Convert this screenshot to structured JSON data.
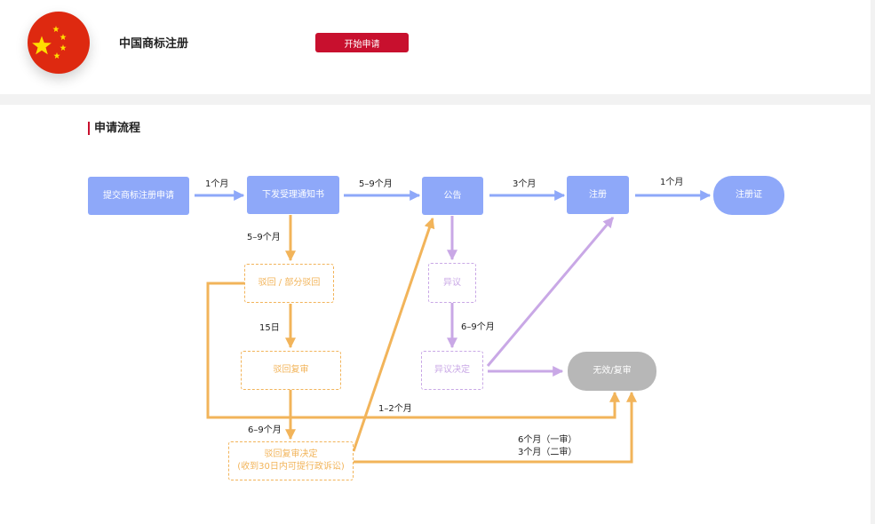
{
  "header": {
    "title": "中国商标注册",
    "start_button": "开始申请"
  },
  "flow": {
    "section_title": "申请流程",
    "nodes": {
      "submit": "提交商标注册申请",
      "notice": "下发受理通知书",
      "publish": "公告",
      "register": "注册",
      "certificate": "注册证",
      "reject": "驳回 / 部分驳回",
      "review": "驳回复审",
      "review_decision_line1": "驳回复审决定",
      "review_decision_line2": "(收到30日内可提行政诉讼)",
      "objection": "异议",
      "objection_decision": "异议决定",
      "invalid": "无效/复审"
    },
    "edge_labels": {
      "submit_to_notice": "1个月",
      "notice_to_publish": "5–9个月",
      "publish_to_register": "3个月",
      "register_to_certificate": "1个月",
      "notice_to_reject": "5–9个月",
      "reject_to_review": "15日",
      "review_to_decision": "6–9个月",
      "decision_to_publish": "1–2个月",
      "objection_to_decision": "6–9个月",
      "decision_to_invalid_line1": "6个月（一审）",
      "decision_to_invalid_line2": "3个月（二审）"
    },
    "colors": {
      "main": "#8ea8f9",
      "reject_path": "#f2b45a",
      "objection_path": "#c9a8e6",
      "invalid": "#b7b7b7",
      "accent": "#c8102e"
    }
  }
}
